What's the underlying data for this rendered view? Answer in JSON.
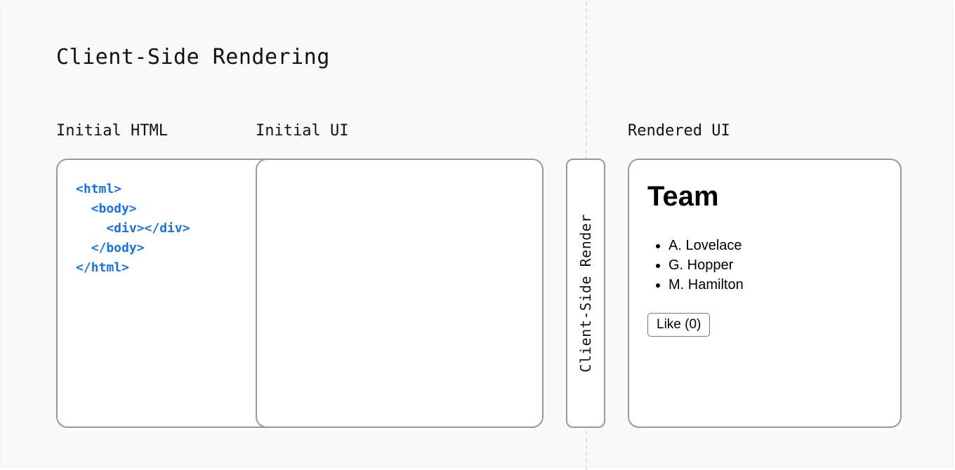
{
  "title": "Client-Side Rendering",
  "labels": {
    "initial_html": "Initial HTML",
    "initial_ui": "Initial UI",
    "rendered_ui": "Rendered UI"
  },
  "code_lines": [
    "<html>",
    "  <body>",
    "    <div></div>",
    "  </body>",
    "</html>"
  ],
  "process_label": "Client-Side Render",
  "rendered": {
    "heading": "Team",
    "members": [
      "A. Lovelace",
      "G. Hopper",
      "M. Hamilton"
    ],
    "like_button": "Like (0)"
  },
  "colors": {
    "code": "#1673e6",
    "panel_border": "#999999",
    "background": "#f9f9f9"
  }
}
